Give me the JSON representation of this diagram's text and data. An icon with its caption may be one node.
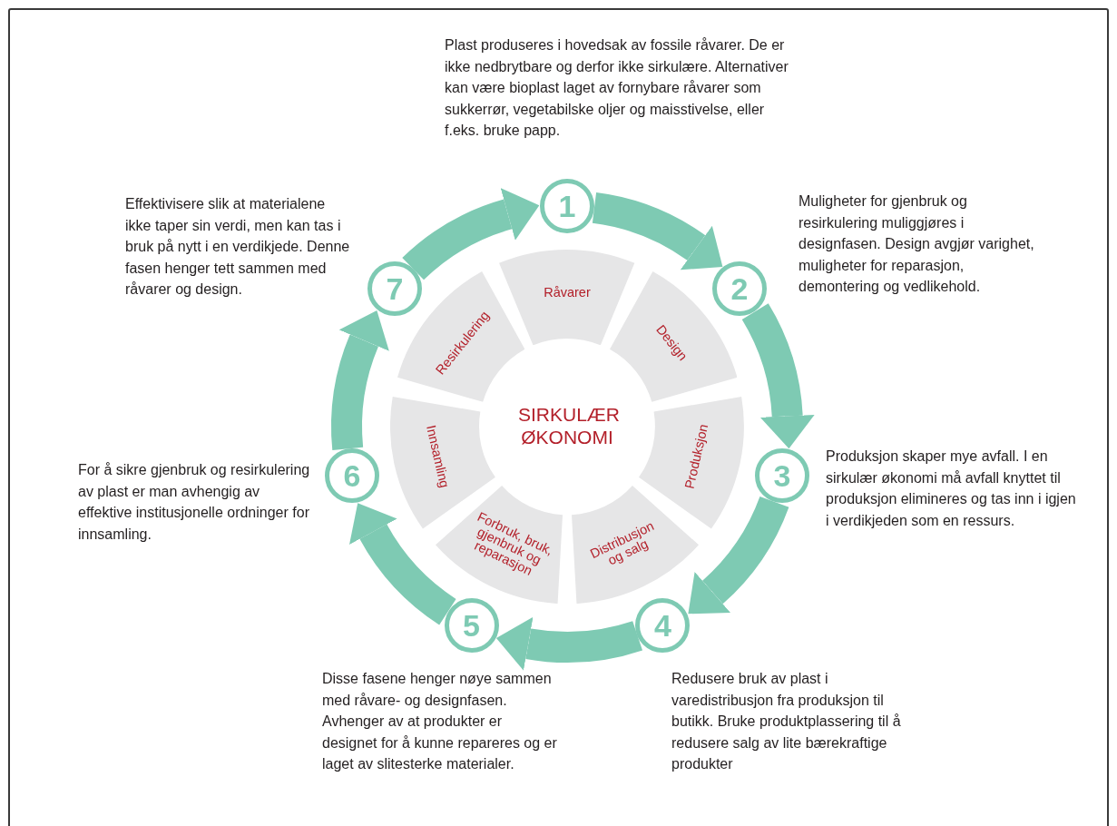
{
  "diagram": {
    "nodes": [
      {
        "text": [
          "SIRKULÆR ØKONOMI"
        ]
      },
      {
        "text": [
          "Råvarer"
        ]
      },
      {
        "text": [
          "Design"
        ]
      },
      {
        "text": [
          "Produksjon"
        ]
      },
      {
        "text": [
          "Distribusjon og salg"
        ]
      },
      {
        "text": [
          "Forbruk, bruk, gjenbruk og reparasjon"
        ]
      },
      {
        "text": [
          "Innsamling"
        ]
      },
      {
        "text": [
          "Resirkulering"
        ]
      },
      {
        "text": [
          "1"
        ],
        "beside": [
          "Plast produseres i hovedsak av fossile råvarer. De er ikke nedbrytbare og derfor ikke sirkulære. Alternativer kan være bioplast laget av fornybare råvarer som sukkerrør, vegetabilske oljer og maisstivelse, eller f.eks. bruke papp."
        ]
      },
      {
        "text": [
          "2"
        ],
        "beside": [
          "Muligheter for gjenbruk og resirkulering muliggjøres i designfasen. Design avgjør varighet, muligheter for reparasjon, demontering og vedlikehold."
        ]
      },
      {
        "text": [
          "3"
        ],
        "beside": [
          "Produksjon skaper mye avfall. I en sirkulær økonomi må avfall knyttet til produksjon elimineres og tas inn i igjen i verdikjeden som en ressurs."
        ]
      },
      {
        "text": [
          "4"
        ],
        "beside": [
          "Redusere bruk av plast i varedistribusjon fra produksjon til butikk. Bruke produktplassering til å redusere salg av lite bærekraftige produkter"
        ]
      },
      {
        "text": [
          "5"
        ],
        "beside": [
          "Disse fasene henger nøye sammen med råvare- og designfasen. Avhenger av at produkter er designet for å kunne repareres og er laget av slitesterke materialer."
        ]
      },
      {
        "text": [
          "6"
        ],
        "beside": [
          "For å sikre gjenbruk og resirkulering av plast er man avhengig av effektive institusjonelle ordninger for innsamling."
        ]
      },
      {
        "text": [
          "7"
        ],
        "beside": [
          "Effektivisere slik at materialene ikke taper sin verdi, men kan tas i bruk på nytt i en verdikjede. Denne fasen henger tett sammen med råvarer og design."
        ]
      }
    ],
    "edges": [
      {
        "from": 8,
        "to": 9,
        "arrow": "to"
      },
      {
        "from": 9,
        "to": 10,
        "arrow": "to"
      },
      {
        "from": 10,
        "to": 11,
        "arrow": "to"
      },
      {
        "from": 11,
        "to": 12,
        "arrow": "to"
      },
      {
        "from": 12,
        "to": 13,
        "arrow": "to"
      },
      {
        "from": 13,
        "to": 14,
        "arrow": "to"
      },
      {
        "from": 14,
        "to": 8,
        "arrow": "to"
      }
    ]
  }
}
